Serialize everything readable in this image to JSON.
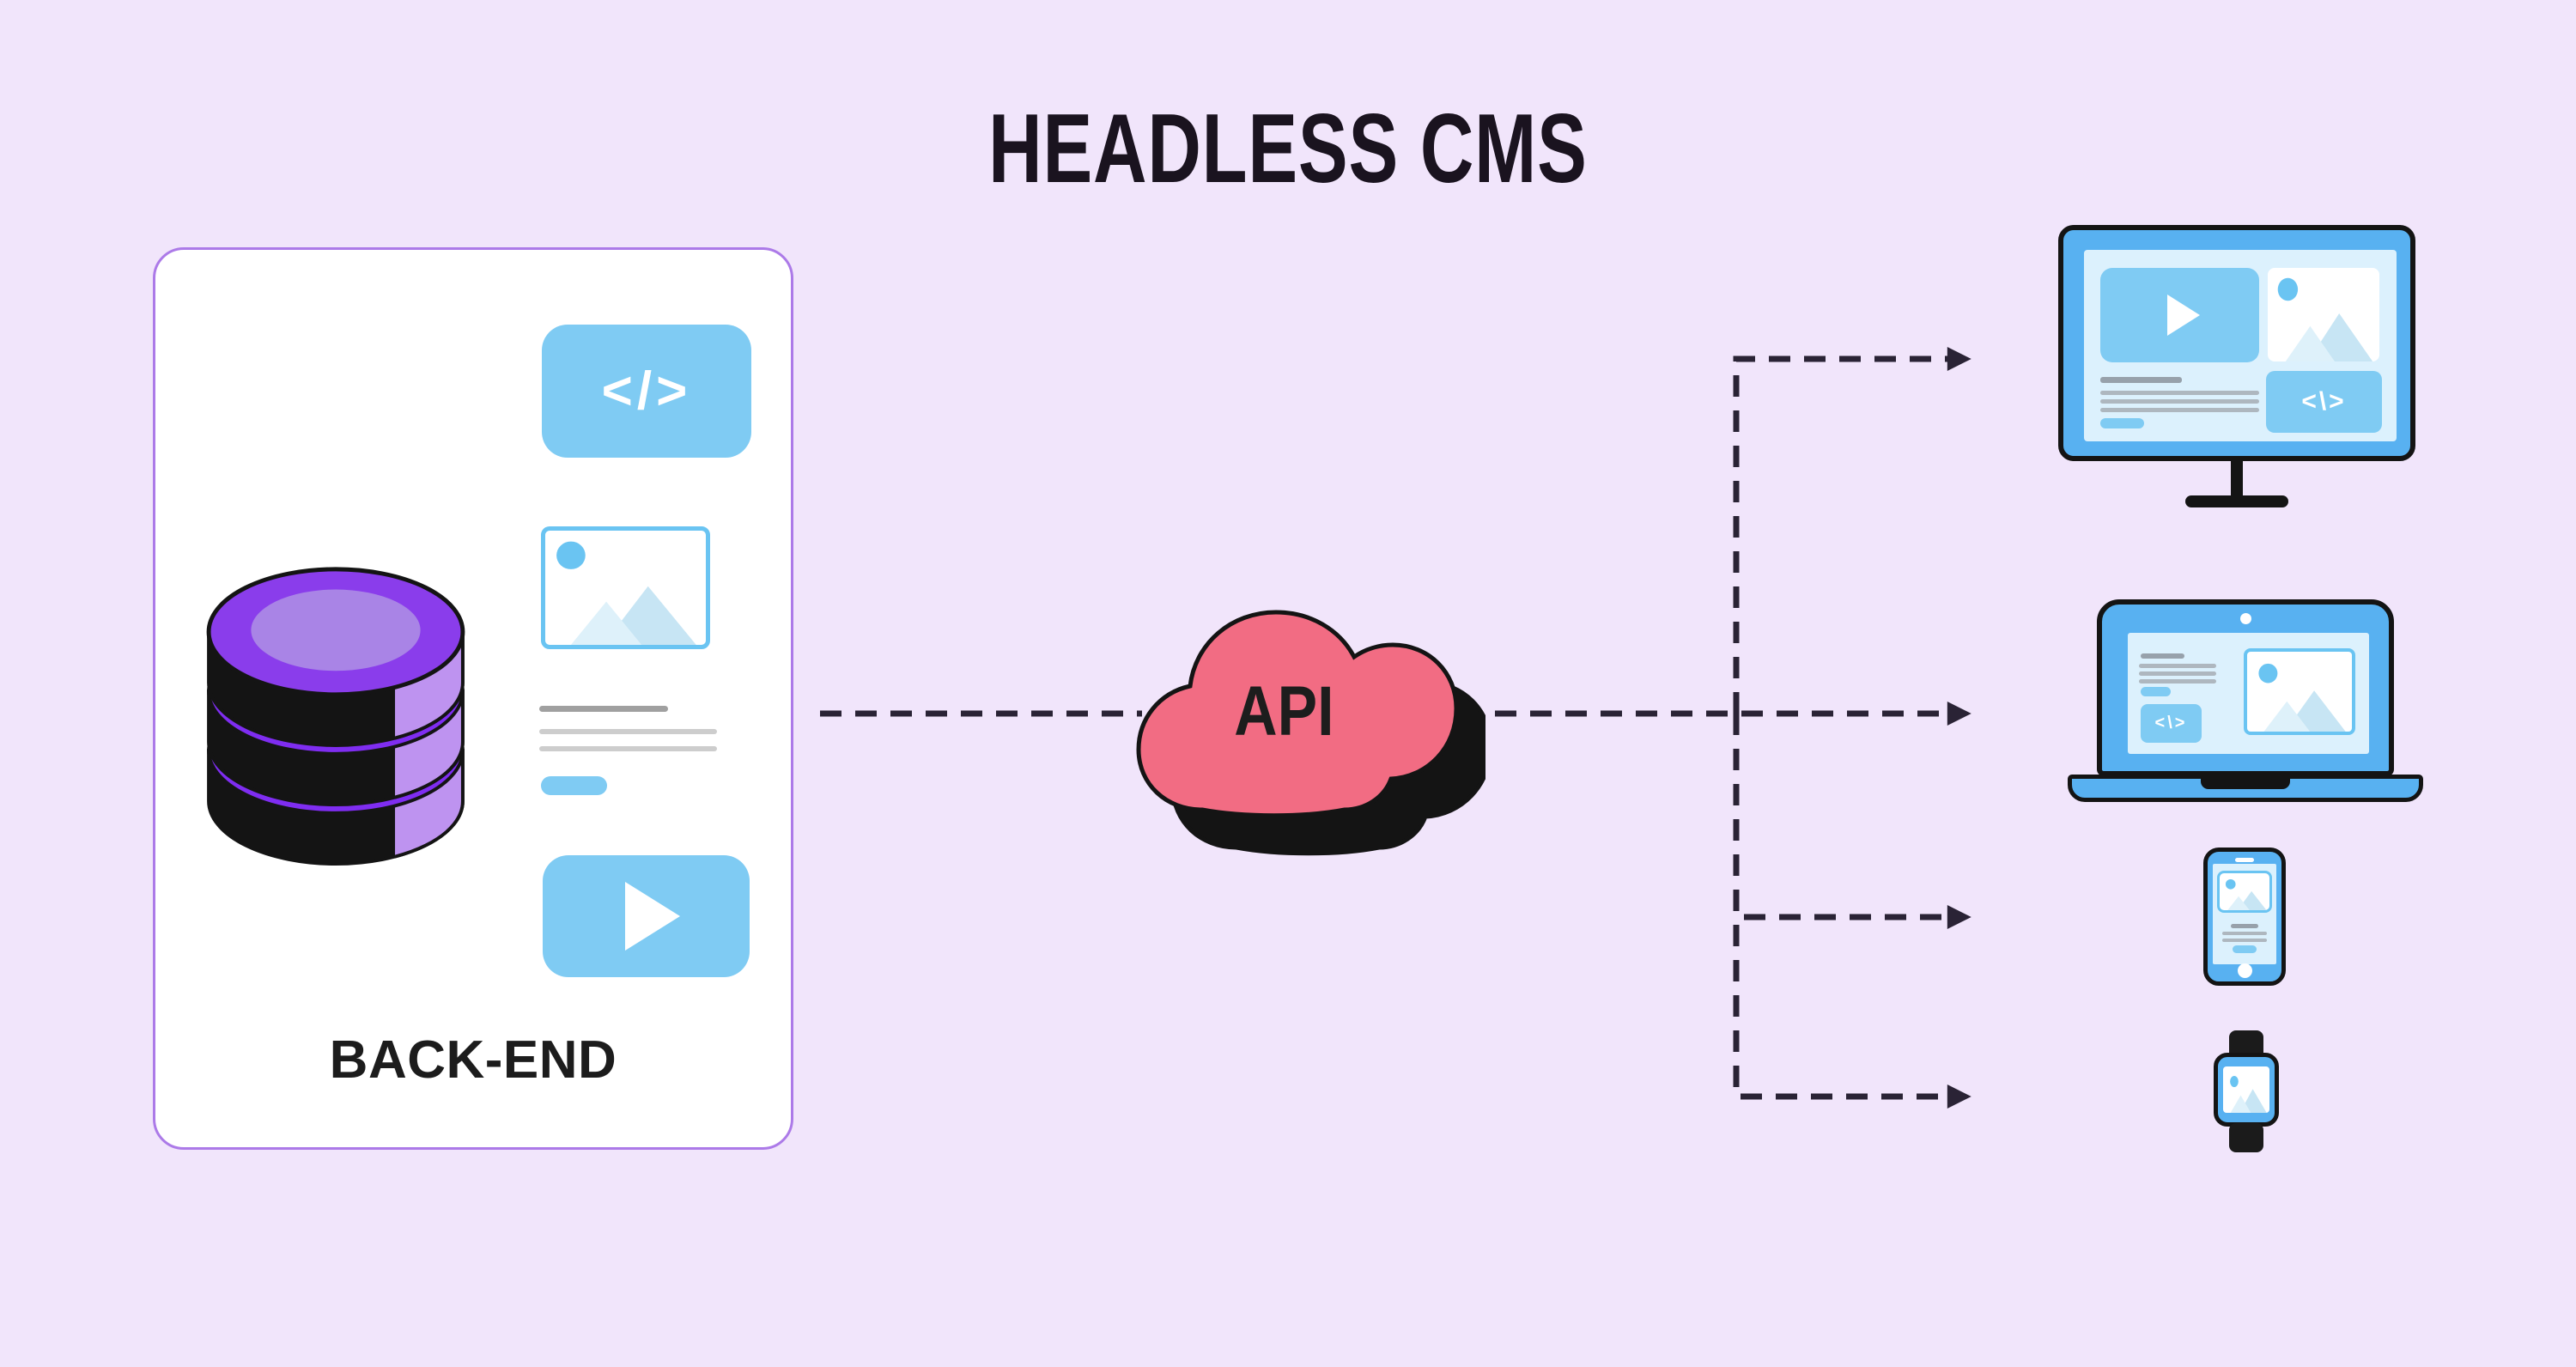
{
  "title": "HEADLESS CMS",
  "backend": {
    "label": "BACK-END",
    "code_glyph": "</>",
    "icons": [
      "database-icon",
      "code-icon",
      "image-placeholder-icon",
      "text-lines",
      "button-pill",
      "video-player-icon"
    ]
  },
  "api": {
    "label": "API"
  },
  "devices": {
    "code_glyph": "<\\>",
    "items": [
      "desktop-monitor",
      "laptop",
      "smartphone",
      "smartwatch"
    ]
  },
  "colors": {
    "bg": "#F1E5FB",
    "outline": "#141414",
    "ink": "#1A131F",
    "card_bg": "#FFFFFF",
    "card_border": "#AC7AE8",
    "blue": "#7FCBF3",
    "blue_device": "#58B1F1",
    "screen": "#DCF1FD",
    "img_border": "#6AC4F2",
    "img_circle": "#6AC4F2",
    "mountain": "#C7E5F4",
    "mountain_light": "#DEF1FA",
    "gray_dark": "#A0A0A0",
    "gray_light": "#CDCDCD",
    "device_gray": "#97A1AB",
    "device_gray_light": "#AEB7BF",
    "db_top": "#8A3DEB",
    "db_top_inner": "#A984E6",
    "db_band": "#7F2DF1",
    "db_side": "#BE93F0",
    "cloud": "#F26C83",
    "arrow": "#2A2335"
  }
}
